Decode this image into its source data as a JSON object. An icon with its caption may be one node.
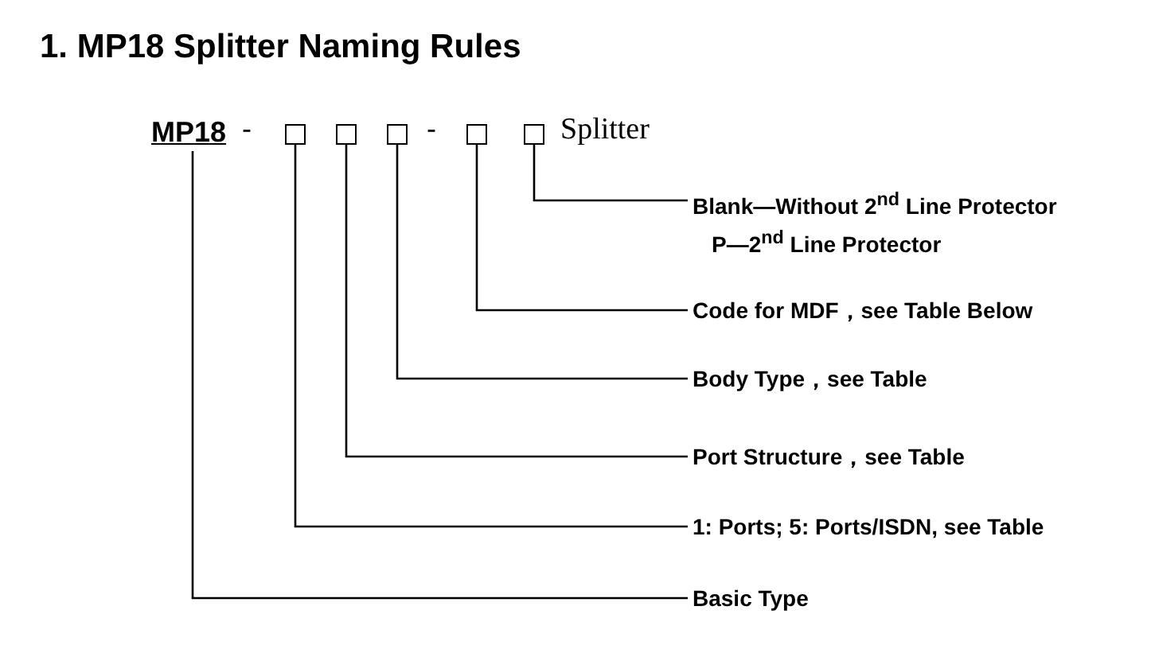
{
  "diagram": {
    "title": "1. MP18 Splitter Naming Rules",
    "nodes": [
      {
        "text": [
          "MP18"
        ]
      },
      {
        "text": [],
        "shape": "box"
      },
      {
        "text": [],
        "shape": "box"
      },
      {
        "text": [],
        "shape": "box"
      },
      {
        "text": [],
        "shape": "box"
      },
      {
        "text": [],
        "shape": "box"
      },
      {
        "text": [
          "Blank—Without 2$^{nd}$ Line Protector",
          "P—2$^{nd}$ Line Protector"
        ]
      },
      {
        "text": [
          "Code for MDF，see Table Below"
        ]
      },
      {
        "text": [
          "Body Type，see Table"
        ]
      },
      {
        "text": [
          "Port Structure，see  Table"
        ]
      },
      {
        "text": [
          "1: Ports; 5: Ports/ISDN, see Table"
        ]
      },
      {
        "text": [
          "Basic Type"
        ]
      }
    ],
    "edges": [
      {
        "from": 6,
        "to": 5,
        "arrow": "none"
      },
      {
        "from": 7,
        "to": 4,
        "arrow": "none"
      },
      {
        "from": 8,
        "to": 3,
        "arrow": "none"
      },
      {
        "from": 9,
        "to": 2,
        "arrow": "none"
      },
      {
        "from": 10,
        "to": 1,
        "arrow": "none"
      },
      {
        "from": 11,
        "to": 0,
        "arrow": "none"
      }
    ],
    "labels": [
      "-",
      "-",
      "Splitter"
    ]
  }
}
